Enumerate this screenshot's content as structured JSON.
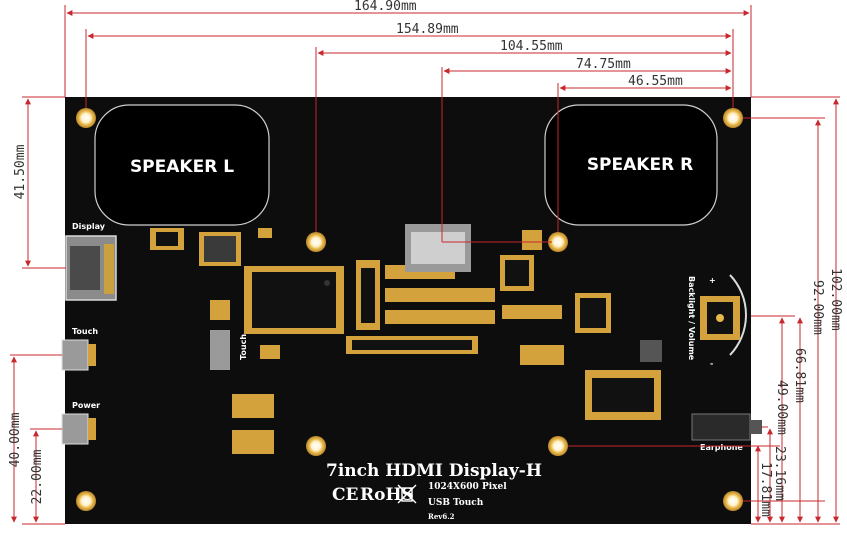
{
  "dimensions": {
    "width_overall": "164.90mm",
    "hole_span": "154.89mm",
    "hole_to_hole_a": "104.55mm",
    "hole_to_hole_b": "74.75mm",
    "hole_to_hole_c": "46.55mm",
    "height_overall": "102.00mm",
    "height_holes": "92.00mm",
    "backlight_offset": "66.81mm",
    "hole_row_offset": "49.00mm",
    "earphone_offset": "23.16mm",
    "earphone_bottom": "17.81mm",
    "hdmi_offset": "41.50mm",
    "usb_offset": "40.00mm",
    "power_offset": "22.00mm"
  },
  "board": {
    "speaker_left": "SPEAKER L",
    "speaker_right": "SPEAKER R",
    "port_display": "Display",
    "port_touch": "Touch",
    "port_power": "Power",
    "chip_touch": "Touch",
    "knob_label": "Backlight / Volume",
    "knob_plus": "+",
    "knob_minus": "-",
    "earphone": "Earphone",
    "title": "7inch HDMI Display-H",
    "resolution": "1024X600 Pixel",
    "usb": "USB Touch",
    "rev": "Rev6.2",
    "ce_mark": "CE",
    "rohs": "RoHS"
  },
  "colors": {
    "board": "#0d0d0d",
    "dimension_line": "#c8282d",
    "pad_gold": "#e8b84a"
  }
}
